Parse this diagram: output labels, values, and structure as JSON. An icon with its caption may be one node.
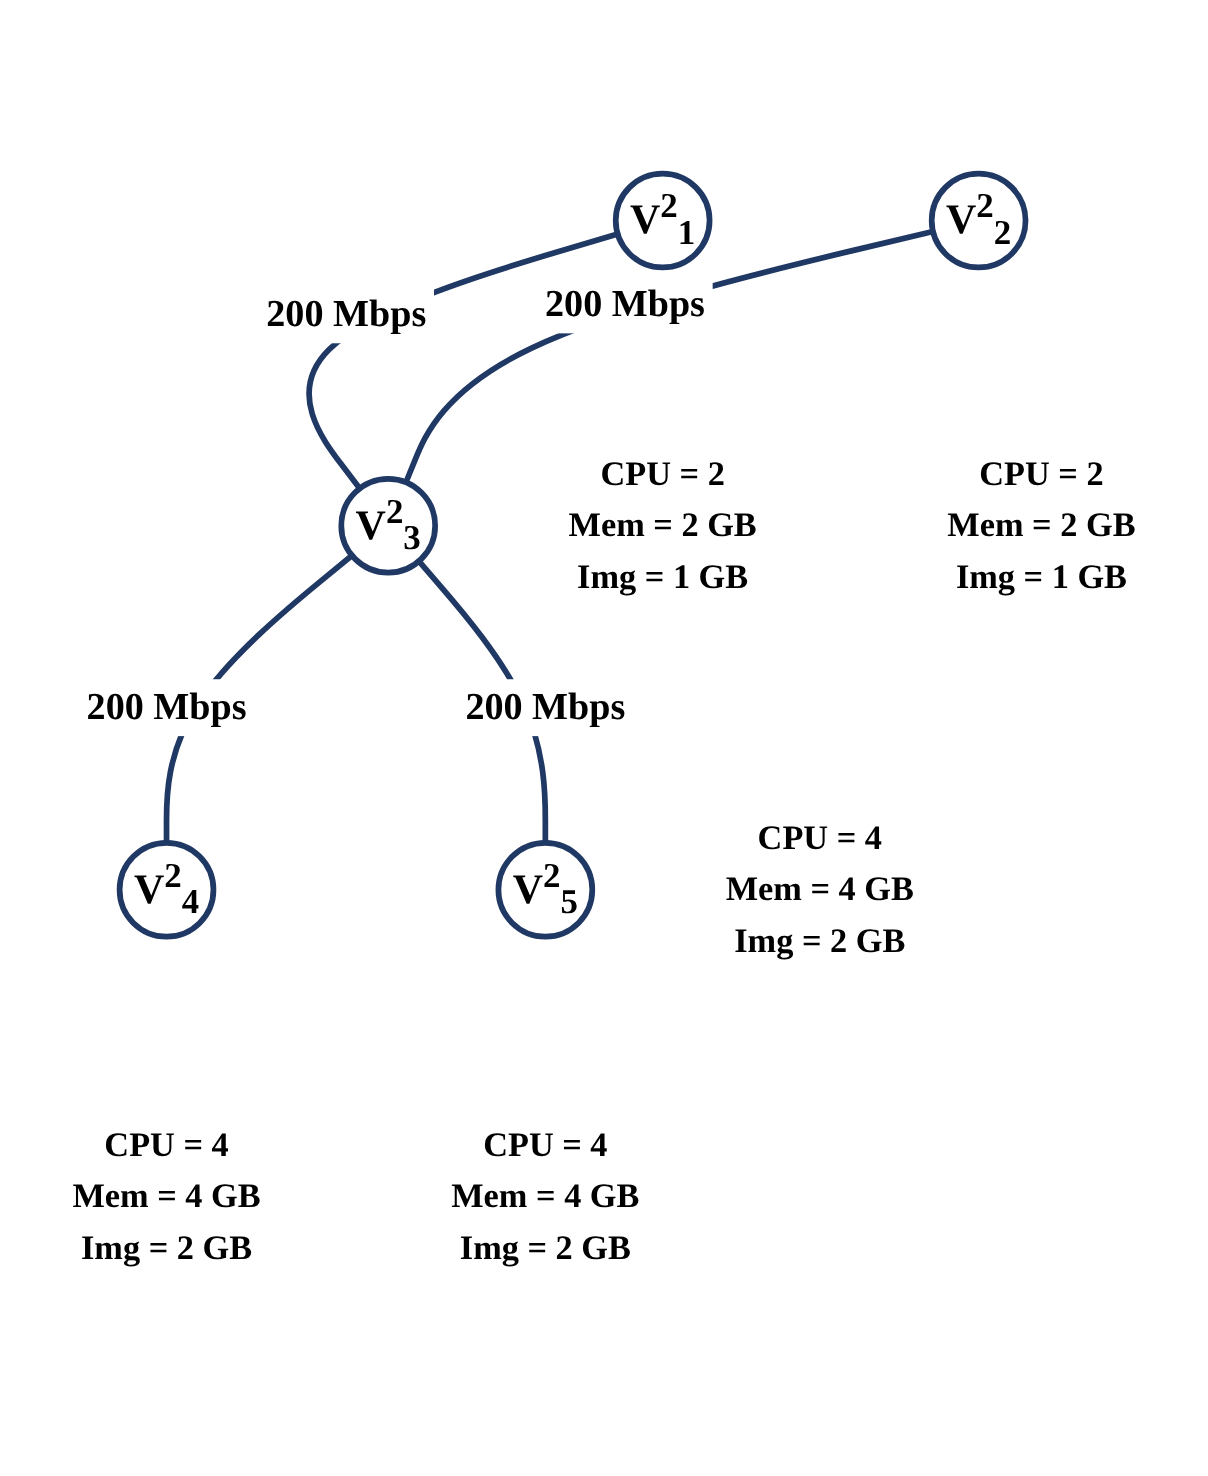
{
  "diagram": {
    "nodes": [
      {
        "text": [
          "V$^{2}$$_{1}$"
        ],
        "beside": [
          "CPU = 2",
          "Mem = 2 GB",
          "Img = 1 GB"
        ]
      },
      {
        "text": [
          "V$^{2}$$_{2}$"
        ],
        "beside": [
          "CPU = 2",
          "Mem = 2 GB",
          "Img = 1 GB"
        ]
      },
      {
        "text": [
          "V$^{2}$$_{3}$"
        ],
        "beside": [
          "CPU = 4",
          "Mem = 4 GB",
          "Img = 2 GB"
        ]
      },
      {
        "text": [
          "V$^{2}$$_{4}$"
        ],
        "beside": [
          "CPU = 4",
          "Mem = 4 GB",
          "Img = 2 GB"
        ]
      },
      {
        "text": [
          "V$^{2}$$_{5}$"
        ],
        "beside": [
          "CPU = 4",
          "Mem = 4 GB",
          "Img = 2 GB"
        ]
      }
    ],
    "edges": [
      {
        "from": 0,
        "to": 2,
        "arrow": "none",
        "label": "200 Mbps"
      },
      {
        "from": 1,
        "to": 2,
        "arrow": "none",
        "label": "200 Mbps"
      },
      {
        "from": 2,
        "to": 3,
        "arrow": "none",
        "label": "200 Mbps"
      },
      {
        "from": 2,
        "to": 4,
        "arrow": "none",
        "label": "200 Mbps"
      }
    ]
  }
}
